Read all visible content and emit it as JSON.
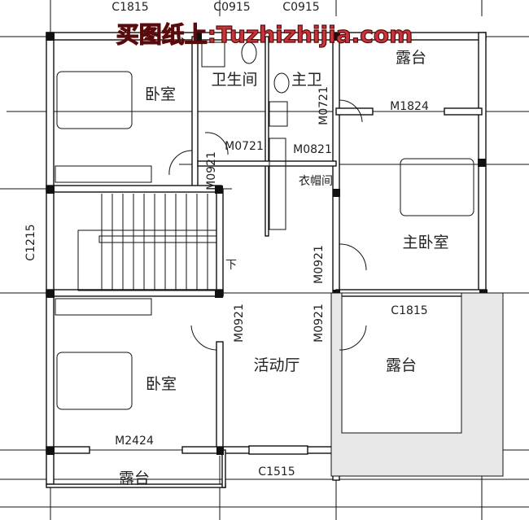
{
  "watermark": "买图纸上:Tuzhizhijia.com",
  "rooms": {
    "bedroom_top": "卧室",
    "bathroom": "卫生间",
    "master_bath": "主卫",
    "terrace_top": "露台",
    "closet": "衣帽间",
    "master_bedroom": "主卧室",
    "activity_hall": "活动厅",
    "terrace_mid": "露台",
    "bedroom_bottom": "卧室",
    "terrace_bottom": "露台",
    "stairs_down": "下"
  },
  "openings": {
    "top_window_1": "C1815",
    "top_window_2": "C0915",
    "top_window_3": "C0915",
    "m1824": "M1824",
    "m0721_bath": "M0721",
    "m0821": "M0821",
    "m0921_bedroom_top": "M0921",
    "m0721_master_bath": "M0721",
    "c1215": "C1215",
    "m0921_master": "M0921",
    "c1815": "C1815",
    "m0921_bedroom_bottom": "M0921",
    "m0921_terrace": "M0921",
    "m2424": "M2424",
    "c1515": "C1515"
  }
}
